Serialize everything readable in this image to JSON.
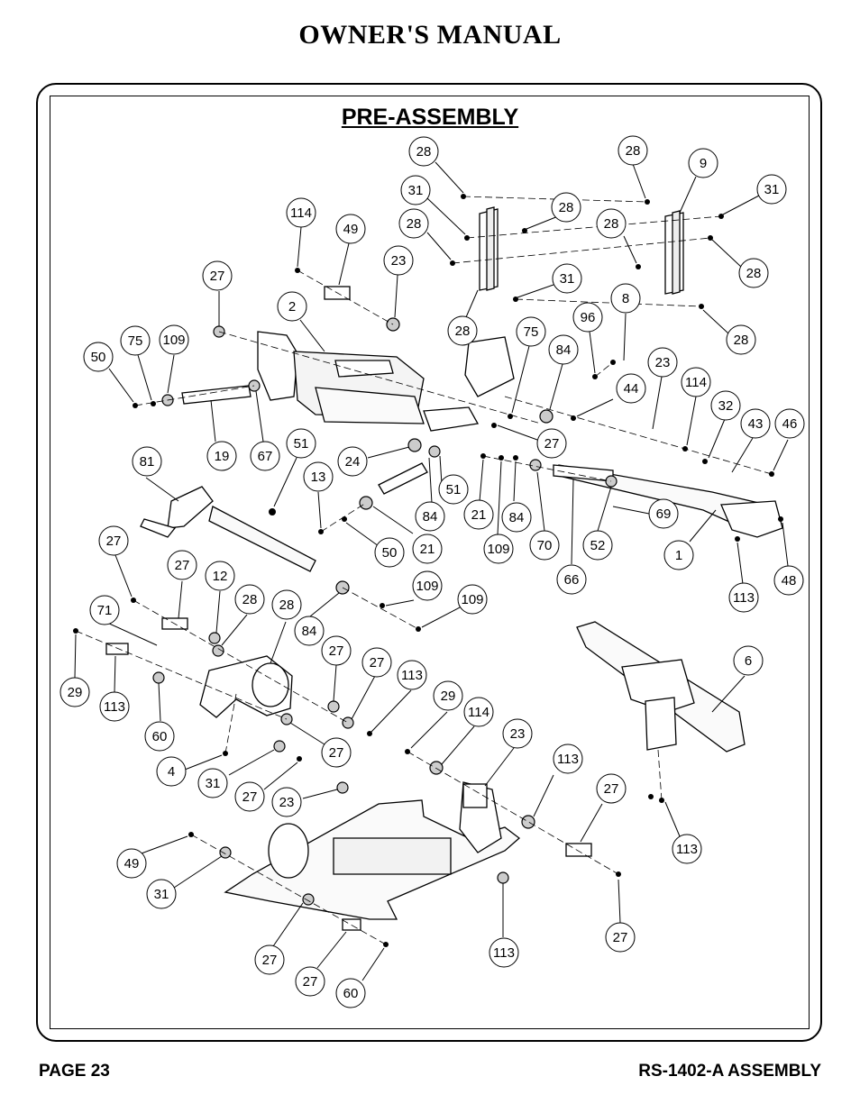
{
  "header": {
    "title": "OWNER'S MANUAL"
  },
  "section": {
    "title": "PRE-ASSEMBLY"
  },
  "footer": {
    "page": "PAGE 23",
    "model": "RS-1402-A ASSEMBLY"
  },
  "callouts": [
    "28",
    "28",
    "9",
    "31",
    "31",
    "114",
    "49",
    "28",
    "28",
    "28",
    "31",
    "28",
    "27",
    "2",
    "23",
    "28",
    "28",
    "75",
    "96",
    "8",
    "75",
    "109",
    "50",
    "84",
    "23",
    "44",
    "114",
    "32",
    "43",
    "46",
    "19",
    "67",
    "51",
    "24",
    "27",
    "81",
    "13",
    "84",
    "51",
    "21",
    "84",
    "70",
    "69",
    "21",
    "50",
    "109",
    "109",
    "66",
    "52",
    "1",
    "113",
    "48",
    "27",
    "27",
    "12",
    "28",
    "28",
    "109",
    "84",
    "71",
    "29",
    "113",
    "60",
    "27",
    "27",
    "113",
    "6",
    "27",
    "29",
    "114",
    "23",
    "4",
    "31",
    "27",
    "113",
    "23",
    "27",
    "49",
    "113",
    "31",
    "27",
    "27",
    "60",
    "113",
    "27",
    "114"
  ]
}
